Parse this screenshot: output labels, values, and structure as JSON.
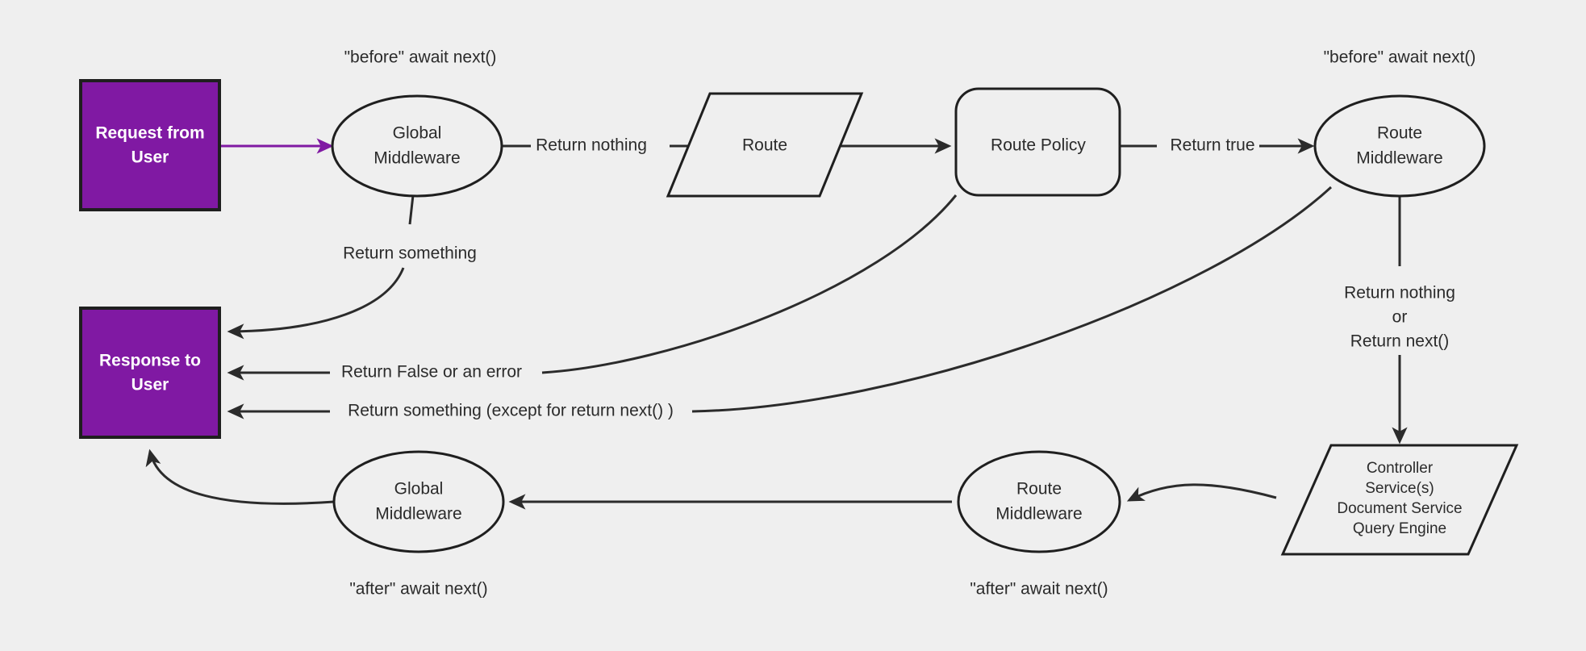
{
  "diagram": {
    "background_color": "#efefef",
    "accent_color": "#8019a3",
    "line_color": "#2b2b2b",
    "nodes": {
      "request_from_user": {
        "line1": "Request from",
        "line2": "User"
      },
      "global_middleware_before": {
        "line1": "Global",
        "line2": "Middleware"
      },
      "route": {
        "label": "Route"
      },
      "route_policy": {
        "label": "Route Policy"
      },
      "route_middleware_before": {
        "line1": "Route",
        "line2": "Middleware"
      },
      "response_to_user": {
        "line1": "Response to",
        "line2": "User"
      },
      "controller": {
        "line1": "Controller",
        "line2": "Service(s)",
        "line3": "Document Service",
        "line4": "Query Engine"
      },
      "route_middleware_after": {
        "line1": "Route",
        "line2": "Middleware"
      },
      "global_middleware_after": {
        "line1": "Global",
        "line2": "Middleware"
      }
    },
    "annotations": {
      "before_global": "\"before\" await next()",
      "before_route_mw": "\"before\" await next()",
      "after_global": "\"after\" await next()",
      "after_route_mw": "\"after\" await next()"
    },
    "edge_labels": {
      "return_nothing": "Return nothing",
      "return_true": "Return true",
      "return_something_top": "Return something",
      "return_false_or_error": "Return False or an error",
      "return_something_except": "Return something (except for return next() )",
      "return_nothing_or_next_1": "Return nothing",
      "return_nothing_or_next_2": "or",
      "return_nothing_or_next_3": "Return next()"
    }
  }
}
